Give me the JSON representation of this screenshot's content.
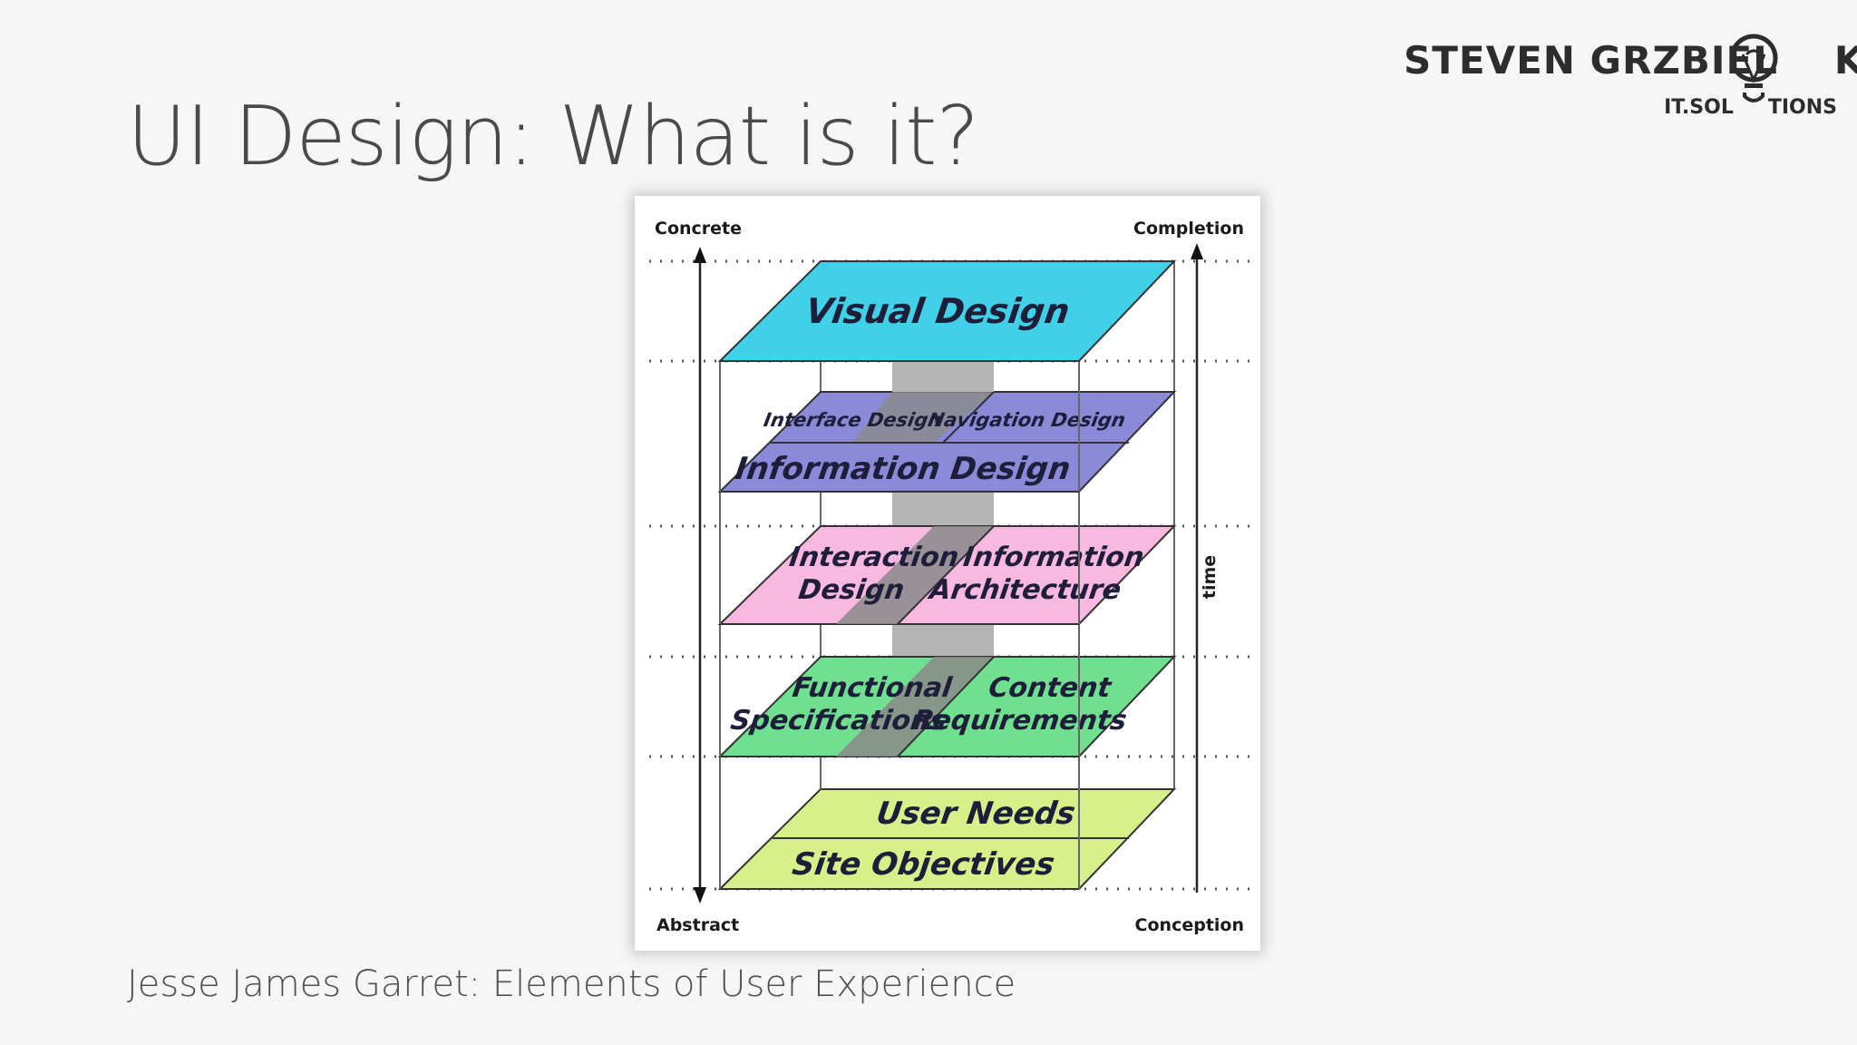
{
  "slide": {
    "title": "UI Design: What is it?",
    "caption": "Jesse James Garret: Elements of User Experience"
  },
  "logo": {
    "line1_before": "STEVEN GRZBIEL",
    "line1_after": "K",
    "line2_before": "IT.SOL",
    "line2_after": "TIONS",
    "icon": "lightbulb-icon"
  },
  "diagram": {
    "corners": {
      "top_left": "Concrete",
      "top_right": "Completion",
      "bottom_left": "Abstract",
      "bottom_right": "Conception"
    },
    "time_label": "time",
    "planes": {
      "visual_design": "Visual Design",
      "interface_design": "Interface Design",
      "navigation_design": "Navigation Design",
      "information_design": "Information Design",
      "interaction_design_1": "Interaction",
      "interaction_design_2": "Design",
      "information_architecture_1": "Information",
      "information_architecture_2": "Architecture",
      "functional_specifications_1": "Functional",
      "functional_specifications_2": "Specifications",
      "content_requirements_1": "Content",
      "content_requirements_2": "Requirements",
      "user_needs": "User Needs",
      "site_objectives": "Site Objectives"
    },
    "colors": {
      "surface": "#40d0e8",
      "skeleton": "#8a8ad8",
      "structure": "#f8b8e0",
      "scope": "#70e090",
      "strategy": "#d8f08a",
      "divider_band": "#9a9a9a"
    }
  }
}
